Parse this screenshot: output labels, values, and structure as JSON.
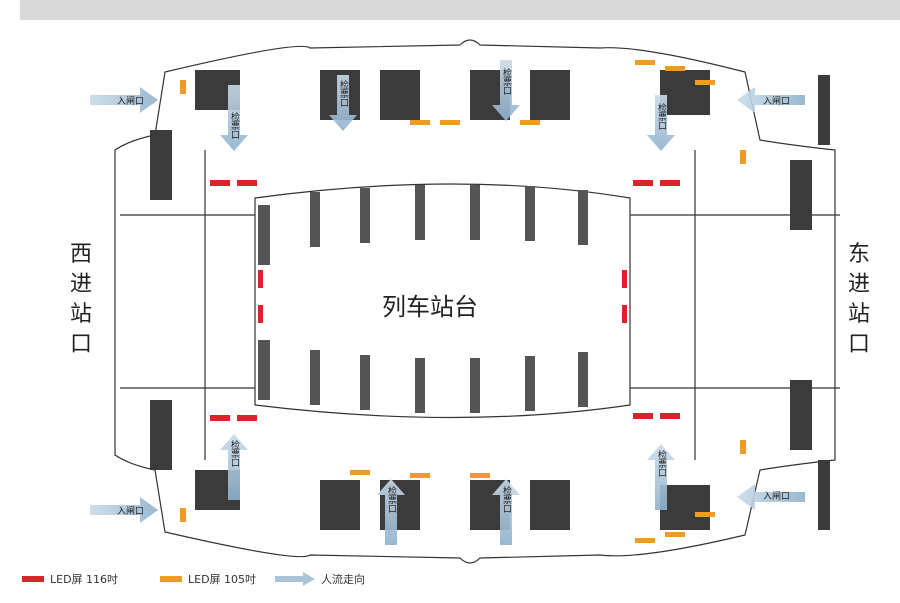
{
  "labels": {
    "west_entrance": "西进站口",
    "east_entrance": "东进站口",
    "platform": "列车站台",
    "ticket_check": "检票口",
    "entrance": "入闸口"
  },
  "legend": {
    "led116": "LED屏 116吋",
    "led105": "LED屏 105吋",
    "flow": "人流走向"
  },
  "colors": {
    "led116": "#d9242b",
    "led105": "#ee9a2c",
    "flow_arrow": "#a9c4d9"
  }
}
